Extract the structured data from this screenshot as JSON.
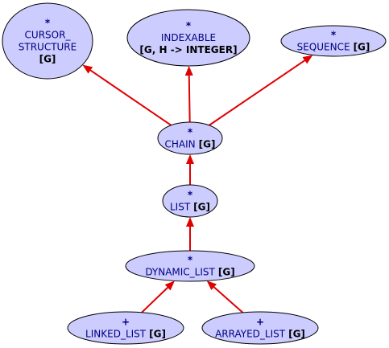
{
  "diagram": {
    "nodes": [
      {
        "id": "cursor_structure",
        "marker": "*",
        "name_lines": [
          "CURSOR_",
          "STRUCTURE"
        ],
        "generic": "[G]"
      },
      {
        "id": "indexable",
        "marker": "*",
        "name_lines": [
          "INDEXABLE"
        ],
        "generic": "[G, H -> INTEGER]"
      },
      {
        "id": "sequence",
        "marker": "*",
        "name_lines": [
          "SEQUENCE"
        ],
        "generic": "[G]"
      },
      {
        "id": "chain",
        "marker": "*",
        "name_lines": [
          "CHAIN"
        ],
        "generic": "[G]"
      },
      {
        "id": "list",
        "marker": "*",
        "name_lines": [
          "LIST"
        ],
        "generic": "[G]"
      },
      {
        "id": "dynamic_list",
        "marker": "*",
        "name_lines": [
          "DYNAMIC_LIST"
        ],
        "generic": "[G]"
      },
      {
        "id": "linked_list",
        "marker": "+",
        "name_lines": [
          "LINKED_LIST"
        ],
        "generic": "[G]"
      },
      {
        "id": "arrayed_list",
        "marker": "+",
        "name_lines": [
          "ARRAYED_LIST"
        ],
        "generic": "[G]"
      }
    ],
    "edges": [
      {
        "from": "chain",
        "to": "cursor_structure"
      },
      {
        "from": "chain",
        "to": "indexable"
      },
      {
        "from": "chain",
        "to": "sequence"
      },
      {
        "from": "list",
        "to": "chain"
      },
      {
        "from": "dynamic_list",
        "to": "list"
      },
      {
        "from": "linked_list",
        "to": "dynamic_list"
      },
      {
        "from": "arrayed_list",
        "to": "dynamic_list"
      }
    ],
    "colors": {
      "node_fill": "#ccccff",
      "edge": "#e00000",
      "text": "#000080"
    }
  }
}
